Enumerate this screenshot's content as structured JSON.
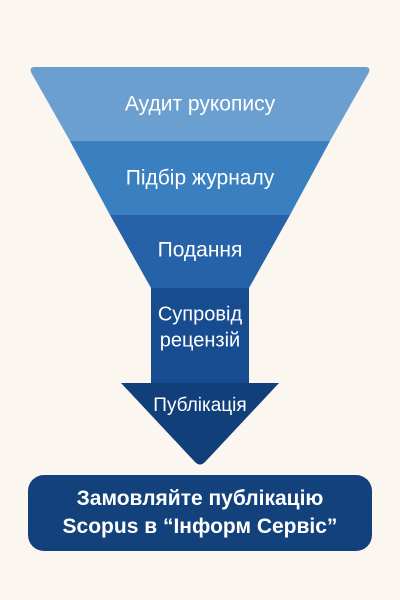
{
  "funnel": {
    "stages": [
      {
        "label": "Аудит рукопису",
        "color": "#6a9fd0"
      },
      {
        "label": "Підбір журналу",
        "color": "#3a7fbf"
      },
      {
        "label": "Подання",
        "color": "#2562a8"
      },
      {
        "label": "Супровід рецензій",
        "label_lines": [
          "Супровід",
          "рецензій"
        ],
        "color": "#174d90"
      },
      {
        "label": "Публікація",
        "color": "#113f7a"
      }
    ]
  },
  "cta": {
    "line1": "Замовляйте публікацію",
    "line2": "Scopus в “Інформ Сервіс”",
    "background": "#12417c"
  }
}
